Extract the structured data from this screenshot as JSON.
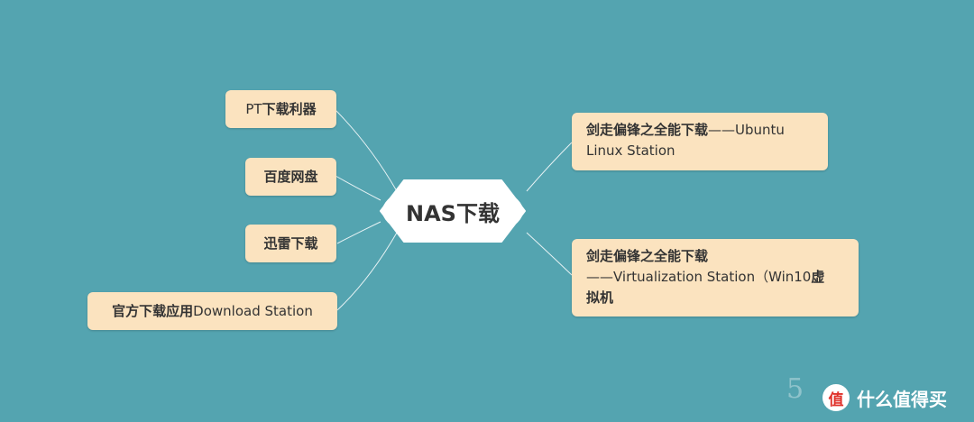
{
  "center": {
    "label": "NAS下载"
  },
  "left_nodes": [
    {
      "bold": "",
      "normal": "PT",
      "bold_after": "下载利器"
    },
    {
      "bold": "百度网盘",
      "normal": "",
      "bold_after": ""
    },
    {
      "bold": "迅雷下载",
      "normal": "",
      "bold_after": ""
    },
    {
      "bold": "官方下载应用",
      "normal": "Download Station",
      "bold_after": ""
    }
  ],
  "right_nodes": [
    {
      "bold": "剑走偏锋之全能下载",
      "line1_rest": "——Ubuntu",
      "line2": "Linux Station",
      "line2_bold": ""
    },
    {
      "bold": "剑走偏锋之全能下载",
      "line1_rest": "",
      "line2": "——Virtualization Station（Win10",
      "line2_bold": "虚",
      "line3_bold": "拟机"
    }
  ],
  "watermark": {
    "text": "5 "
  },
  "brand": {
    "logo_glyph": "值",
    "text": "什么值得买"
  },
  "colors": {
    "background": "#54a4b0",
    "node_fill": "#fbe3bf",
    "link": "#e6f2f4",
    "text": "#333333"
  }
}
